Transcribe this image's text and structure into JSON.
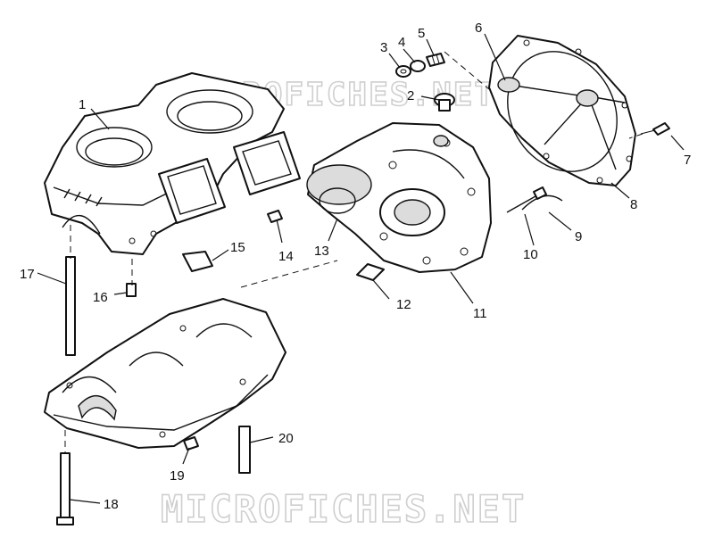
{
  "watermark": "MICROFICHES.NET",
  "callouts": [
    "1",
    "2",
    "3",
    "4",
    "5",
    "6",
    "7",
    "8",
    "9",
    "10",
    "11",
    "12",
    "13",
    "14",
    "15",
    "16",
    "17",
    "18",
    "19",
    "20"
  ]
}
